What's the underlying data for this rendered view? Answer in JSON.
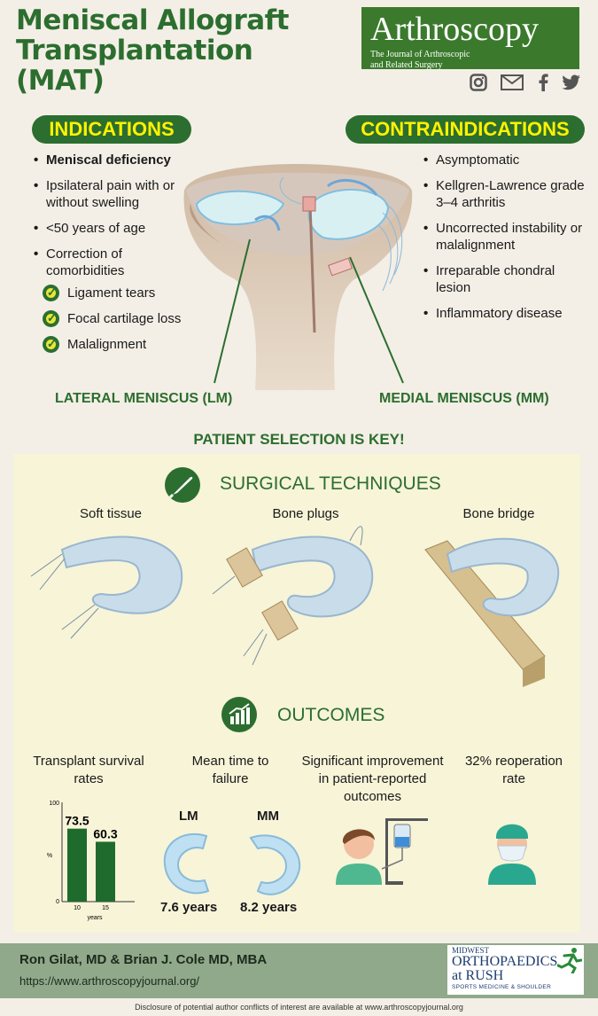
{
  "header": {
    "title_line1": "Meniscal Allograft",
    "title_line2": "Transplantation (MAT)",
    "journal_name": "Arthroscopy",
    "journal_sub1": "The Journal of Arthroscopic",
    "journal_sub2": "and Related Surgery",
    "social_icons": [
      "instagram-icon",
      "mail-icon",
      "facebook-icon",
      "twitter-icon"
    ]
  },
  "indications": {
    "heading": "INDICATIONS",
    "items": [
      "Meniscal deficiency",
      "Ipsilateral pain with or without swelling",
      "<50 years of age",
      "Correction of comorbidities"
    ],
    "checks": [
      "Ligament tears",
      "Focal cartilage loss",
      "Malalignment"
    ]
  },
  "contraindications": {
    "heading": "CONTRAINDICATIONS",
    "items": [
      "Asymptomatic",
      "Kellgren-Lawrence grade 3–4 arthritis",
      "Uncorrected instability or malalignment",
      "Irreparable chondral lesion",
      "Inflammatory disease"
    ]
  },
  "anatomy": {
    "lateral_label": "LATERAL MENISCUS (LM)",
    "medial_label": "MEDIAL MENISCUS (MM)"
  },
  "key_message": "PATIENT SELECTION IS KEY!",
  "surgical": {
    "heading": "SURGICAL TECHNIQUES",
    "techniques": [
      "Soft tissue",
      "Bone plugs",
      "Bone bridge"
    ]
  },
  "outcomes": {
    "heading": "OUTCOMES",
    "survival_label": "Transplant survival rates",
    "failure_label": "Mean time to failure",
    "improvement_label": "Significant improvement in patient-reported outcomes",
    "reoperation_label": "32% reoperation rate",
    "lm_label": "LM",
    "mm_label": "MM",
    "lm_years": "7.6 years",
    "mm_years": "8.2 years"
  },
  "chart_data": {
    "type": "bar",
    "categories": [
      "10",
      "15"
    ],
    "values": [
      73.5,
      60.3
    ],
    "value_labels": [
      "73.5",
      "60.3"
    ],
    "xlabel": "years",
    "ylabel": "%",
    "ylim": [
      0,
      100
    ],
    "y_tick_labels": [
      "0",
      "100"
    ],
    "color": "#1f6b2e"
  },
  "footer": {
    "authors": "Ron Gilat, MD & Brian J. Cole MD, MBA",
    "url": "https://www.arthroscopyjournal.org/",
    "logo_line1": "MIDWEST",
    "logo_line2": "ORTHOPAEDICS",
    "logo_line3": "at RUSH",
    "logo_line4": "SPORTS MEDICINE & SHOULDER",
    "disclosure": "Disclosure of potential author conflicts of interest are available at www.arthroscopyjournal.org"
  },
  "colors": {
    "brand_green": "#2c6e2f",
    "highlight_yellow": "#fff200",
    "panel_bg": "#f7f4d8"
  }
}
